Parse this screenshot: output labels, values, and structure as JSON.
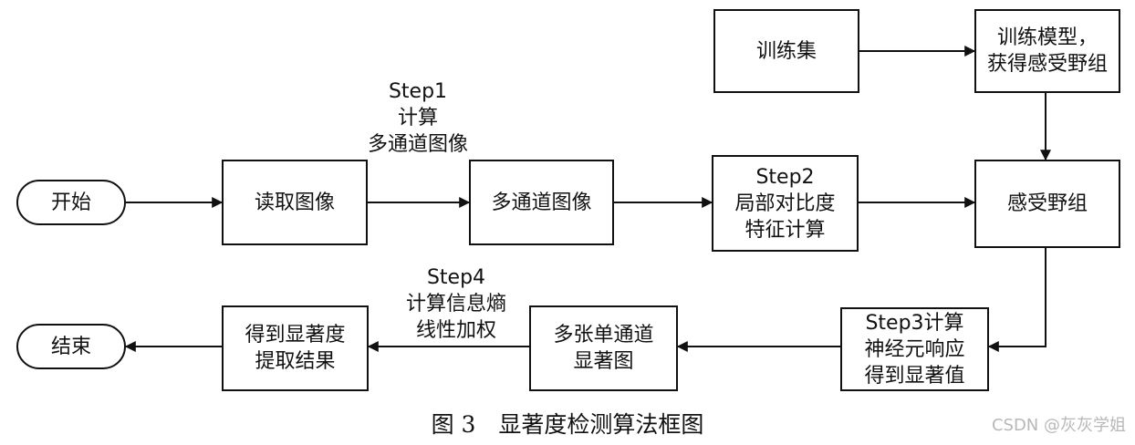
{
  "nodes": {
    "start": "开始",
    "read_image": "读取图像",
    "multi_channel_image": "多通道图像",
    "step2": [
      "Step2",
      "局部对比度",
      "特征计算"
    ],
    "receptive_field_group": "感受野组",
    "training_set": "训练集",
    "train_model": [
      "训练模型，",
      "获得感受野组"
    ],
    "step3": [
      "Step3计算",
      "神经元响应",
      "得到显著值"
    ],
    "multi_single_channel_saliency": [
      "多张单通道",
      "显著图"
    ],
    "saliency_extraction_result": [
      "得到显著度",
      "提取结果"
    ],
    "end": "结束"
  },
  "edge_labels": {
    "step1": [
      "Step1",
      "计算",
      "多通道图像"
    ],
    "step4": [
      "Step4",
      "计算信息熵",
      "线性加权"
    ]
  },
  "caption": "图 3　显著度检测算法框图",
  "watermark": "CSDN @灰灰学姐"
}
